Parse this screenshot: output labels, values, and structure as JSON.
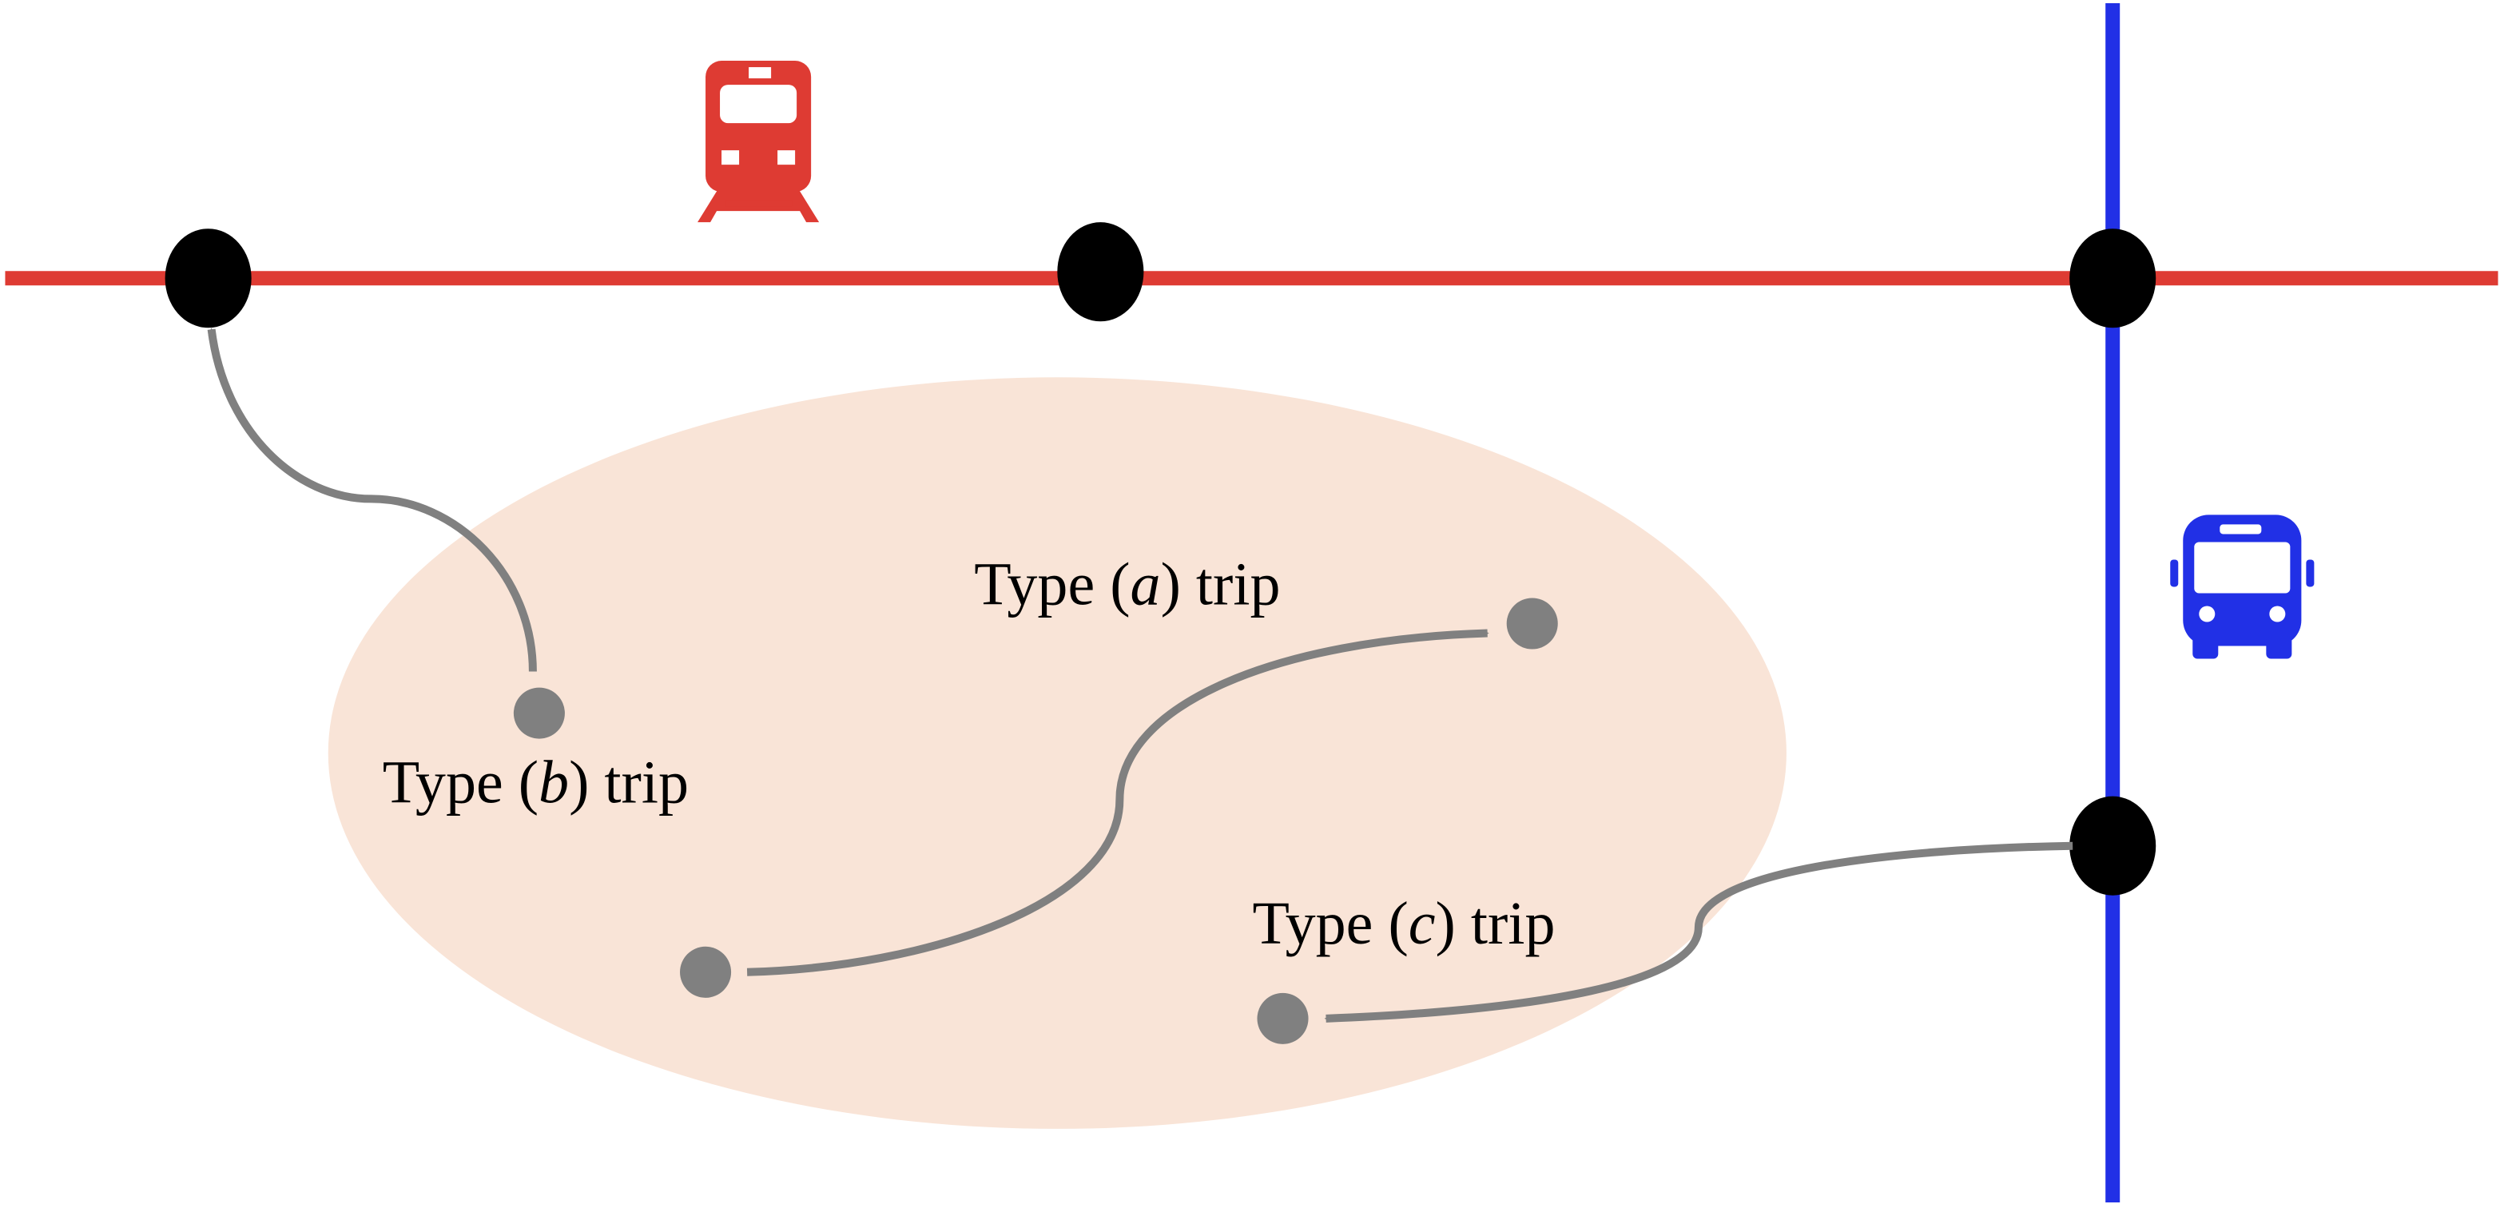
{
  "colors": {
    "rail_line": "#de3b33",
    "bus_line": "#2130e6",
    "station": "#000000",
    "trip_point": "#808080",
    "trip_arrow": "#808080",
    "area": "#f9e4d7",
    "train_icon": "#de3b33",
    "bus_icon": "#2130e6"
  },
  "icons": {
    "train": "train-icon",
    "bus": "bus-icon"
  },
  "labels": {
    "type_a": {
      "prefix": "Type (",
      "var": "a",
      "suffix": ") trip"
    },
    "type_b": {
      "prefix": "Type (",
      "var": "b",
      "suffix": ") trip"
    },
    "type_c": {
      "prefix": "Type (",
      "var": "c",
      "suffix": ") trip"
    }
  }
}
